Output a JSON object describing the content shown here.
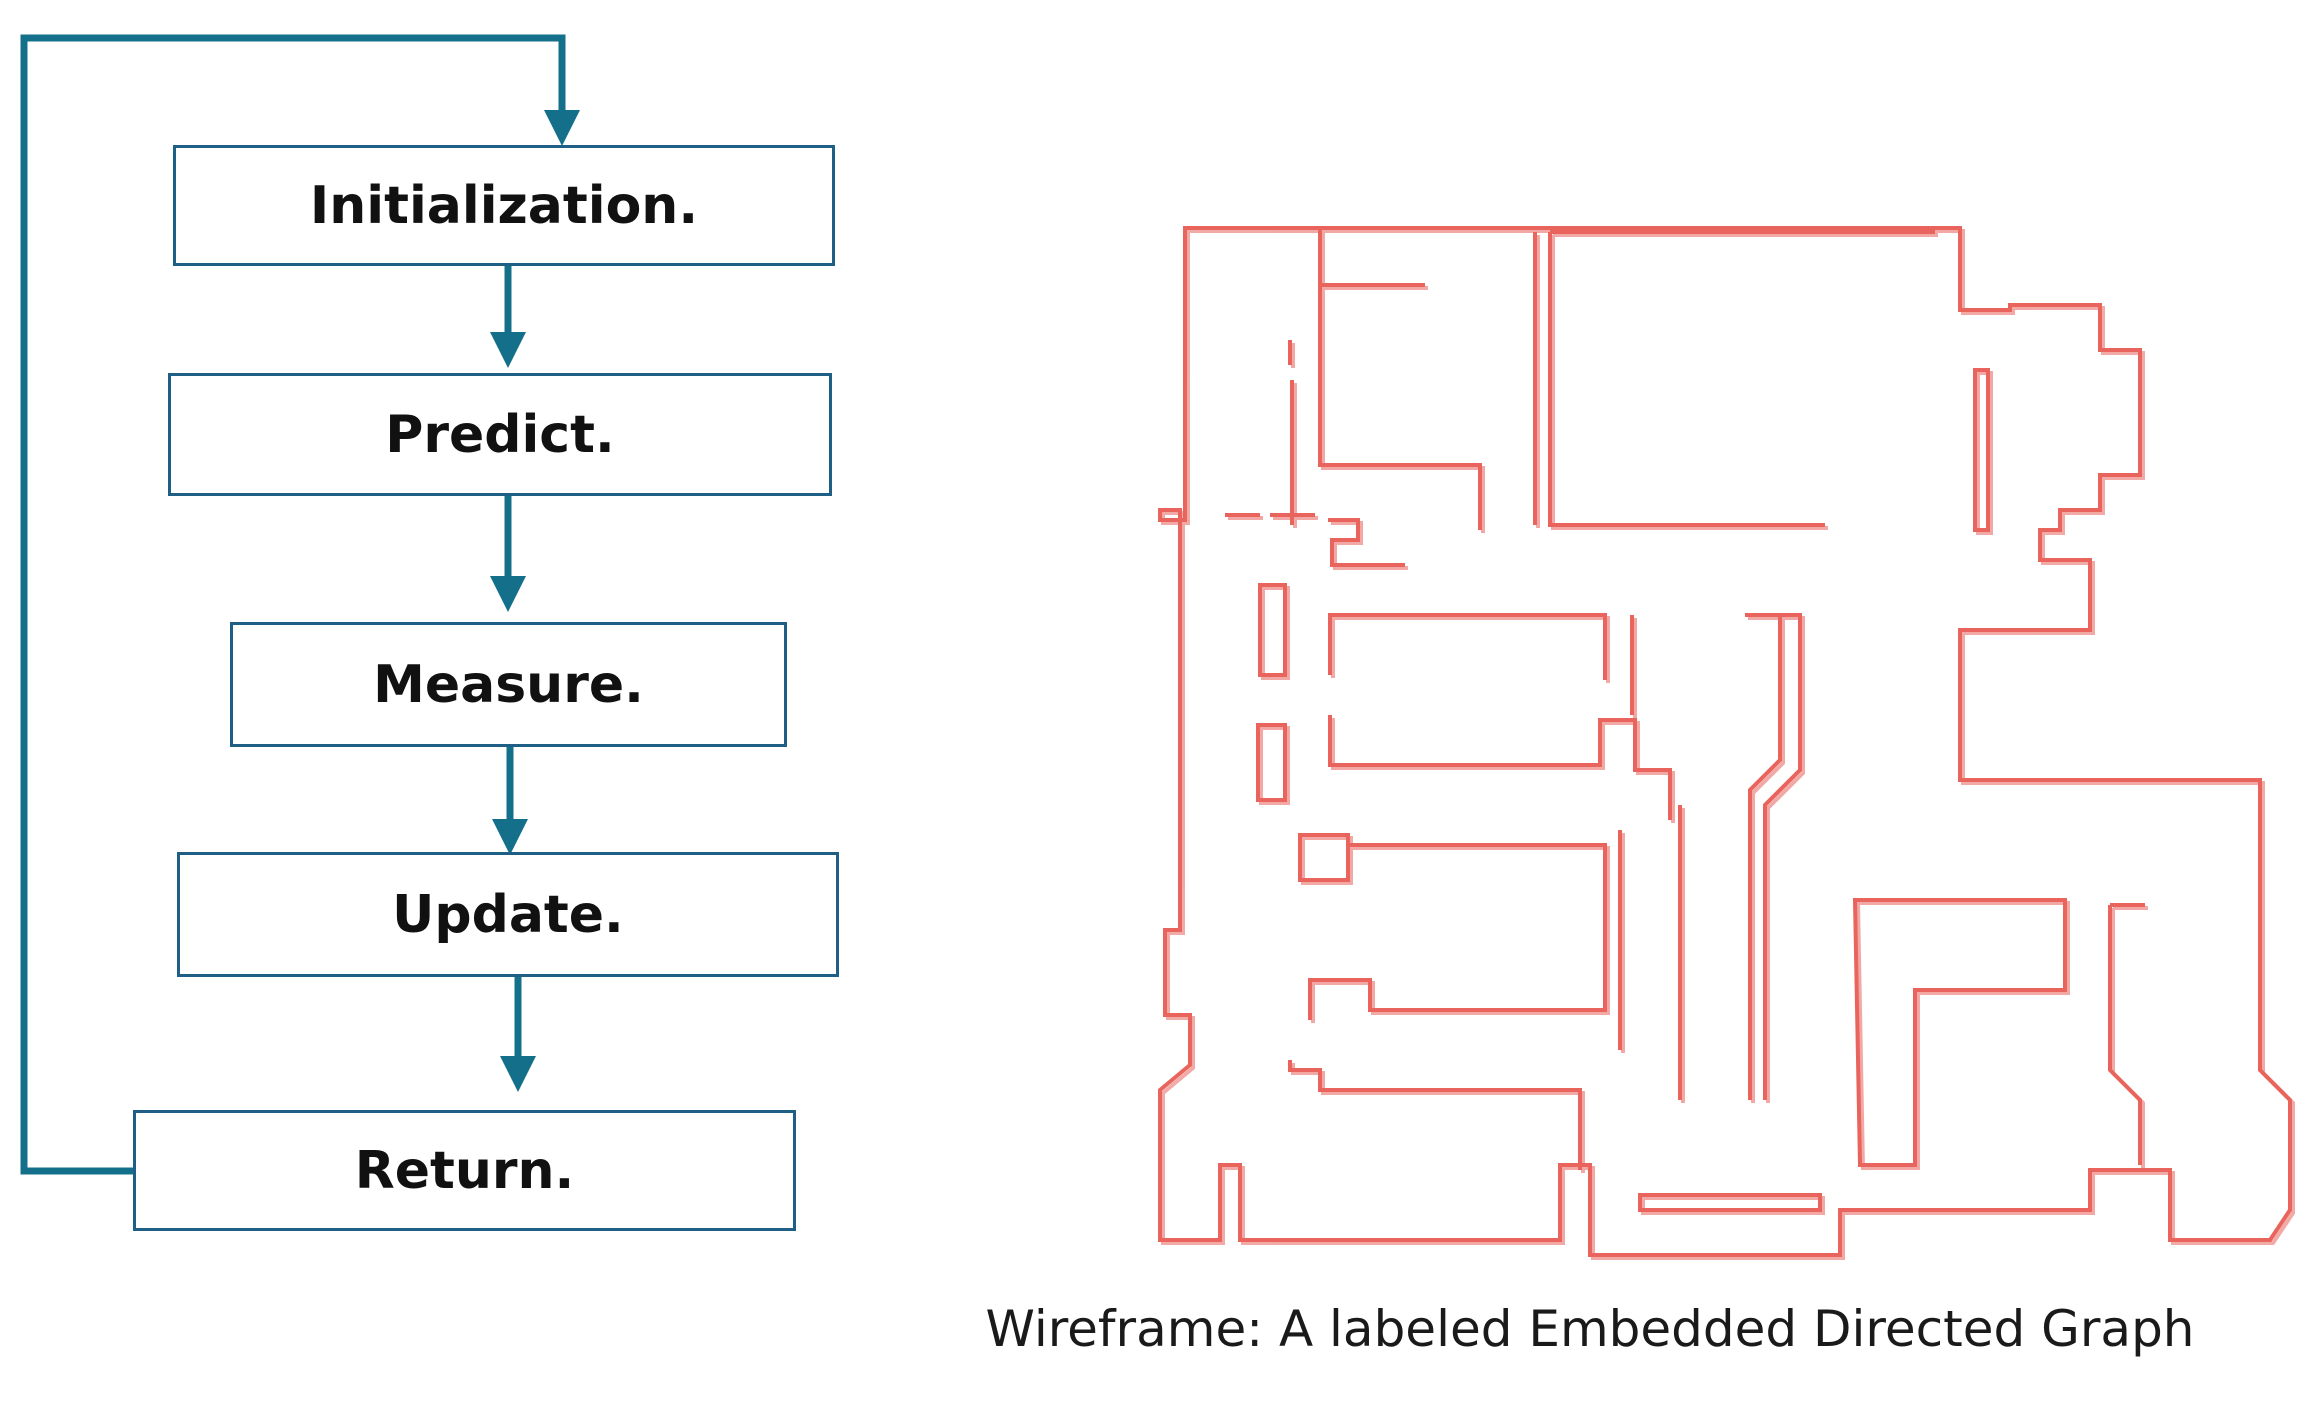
{
  "flowchart": {
    "steps": [
      {
        "label": "Initialization."
      },
      {
        "label": "Predict."
      },
      {
        "label": "Measure."
      },
      {
        "label": "Update."
      },
      {
        "label": "Return."
      }
    ],
    "loop": {
      "from": "Return.",
      "to": "Initialization."
    },
    "arrow_color": "#14708a",
    "box_border_color": "#1f5f86"
  },
  "wireframe": {
    "caption": "Wireframe: A labeled Embedded Directed Graph",
    "line_color": "#e8645c",
    "shadow_color": "#555555"
  }
}
